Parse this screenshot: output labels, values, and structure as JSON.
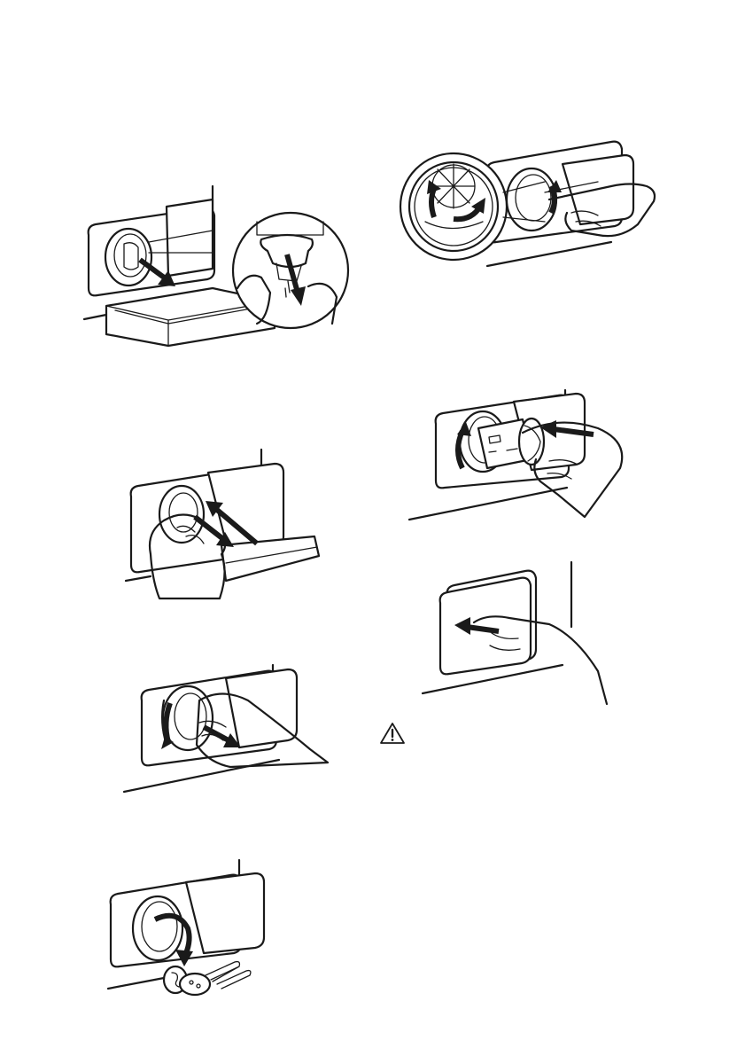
{
  "page": {
    "background": "#ffffff",
    "line_color": "#1a1a1a"
  },
  "figures": [
    {
      "id": "step-1",
      "illustration": "filter-drain-into-container-with-magnified-detail"
    },
    {
      "id": "step-2",
      "illustration": "hand-pushing-filter-back-over-container"
    },
    {
      "id": "step-3",
      "illustration": "hand-turning-filter-counterclockwise"
    },
    {
      "id": "step-4",
      "illustration": "objects-removed-from-filter-seat"
    },
    {
      "id": "step-5",
      "illustration": "cleaning-impeller-with-magnified-detail"
    },
    {
      "id": "step-6",
      "illustration": "reinserting-and-turning-filter-clockwise"
    },
    {
      "id": "step-7",
      "illustration": "closing-filter-door"
    }
  ],
  "warning": {
    "icon": "warning-triangle-icon"
  }
}
